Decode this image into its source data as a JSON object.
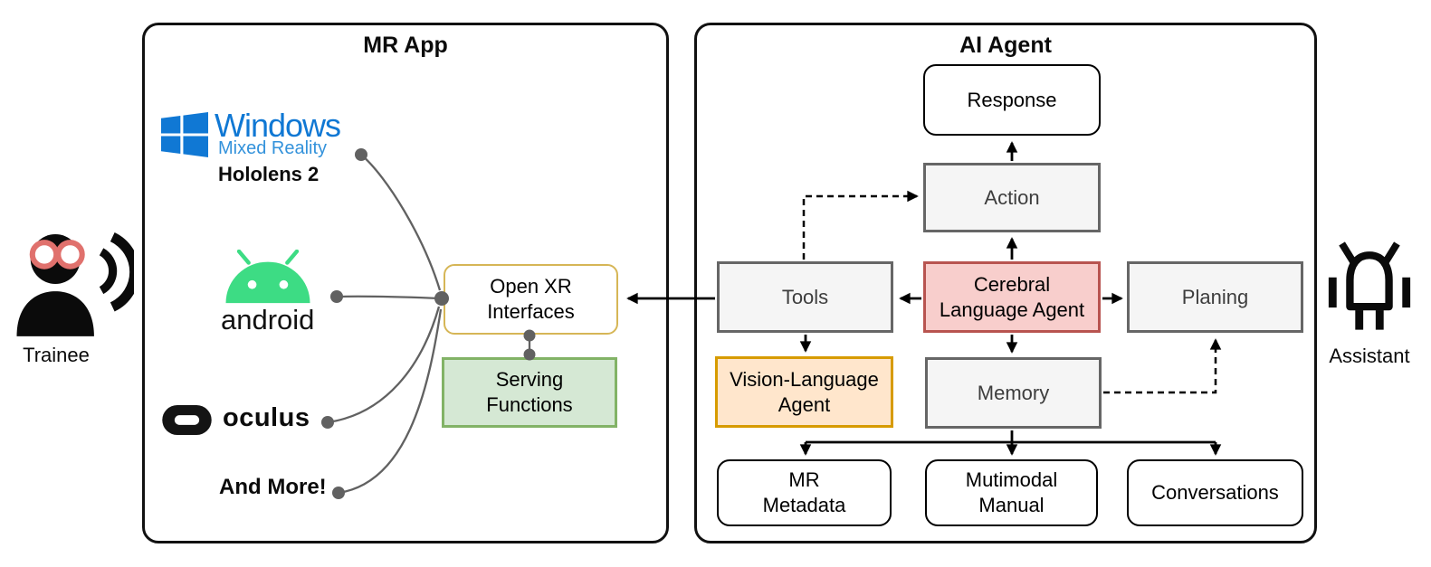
{
  "panels": {
    "mr_app": {
      "title": "MR App"
    },
    "ai_agent": {
      "title": "AI Agent"
    }
  },
  "actors": {
    "trainee": {
      "label": "Trainee",
      "icon": "person-with-glasses-sound-waves-icon"
    },
    "assistant": {
      "label": "Assistant",
      "icon": "robot-outline-icon"
    }
  },
  "platforms": {
    "windows": {
      "brand": "Windows",
      "sub_brand": "Mixed Reality",
      "device": "Hololens 2",
      "icon": "windows-flag-icon"
    },
    "android": {
      "wordmark": "android",
      "icon": "android-robot-head-icon"
    },
    "oculus": {
      "wordmark": "oculus",
      "icon": "oculus-oval-icon"
    },
    "more": {
      "label": "And More!"
    }
  },
  "nodes": {
    "open_xr": {
      "label": "Open XR\nInterfaces"
    },
    "serving": {
      "label": "Serving\nFunctions"
    },
    "response": {
      "label": "Response"
    },
    "action": {
      "label": "Action"
    },
    "tools": {
      "label": "Tools"
    },
    "cerebral": {
      "label": "Cerebral\nLanguage Agent"
    },
    "planing": {
      "label": "Planing"
    },
    "vla": {
      "label": "Vision-Language\nAgent"
    },
    "memory": {
      "label": "Memory"
    },
    "mr_metadata": {
      "label": "MR\nMetadata"
    },
    "mutimodal_manual": {
      "label": "Mutimodal\nManual"
    },
    "conversations": {
      "label": "Conversations"
    }
  },
  "colors": {
    "cerebral_fill": "#f8cecc",
    "cerebral_border": "#b85450",
    "vla_fill": "#ffe6cc",
    "vla_border": "#d79b00",
    "serving_fill": "#d5e8d4",
    "serving_border": "#82b366",
    "open_xr_border": "#d6b656",
    "gray_fill": "#f5f5f5",
    "gray_border": "#666666",
    "android_green": "#3ddc84",
    "windows_blue": "#1078d4",
    "glasses_red": "#e0716d",
    "connector_gray": "#616161",
    "arrow_black": "#000000"
  }
}
